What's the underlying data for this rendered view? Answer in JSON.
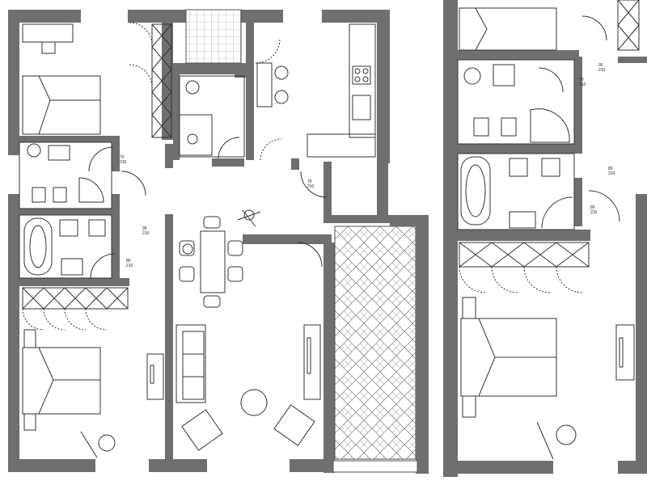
{
  "floor_plan": {
    "colors": {
      "wall": "#6f6f6f",
      "line": "#333333",
      "background": "#ffffff"
    },
    "door_labels": {
      "d_70": "70",
      "d_80": "80",
      "d_90": "90",
      "h_210": "210"
    }
  }
}
